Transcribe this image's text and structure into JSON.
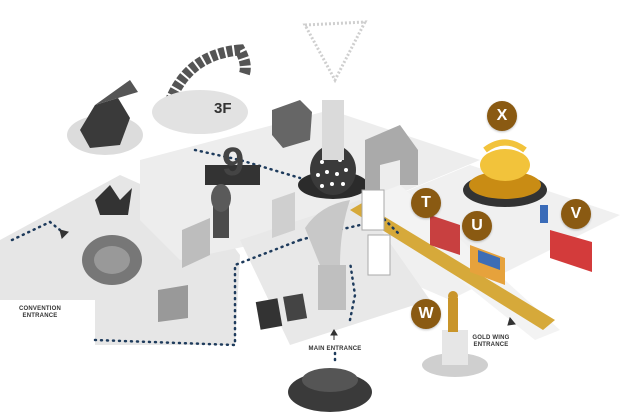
{
  "floor_label": "3F",
  "markers": [
    {
      "id": "T",
      "label": "T"
    },
    {
      "id": "U",
      "label": "U"
    },
    {
      "id": "V",
      "label": "V"
    },
    {
      "id": "W",
      "label": "W"
    },
    {
      "id": "X",
      "label": "X"
    }
  ],
  "entrances": {
    "convention": {
      "line1": "CONVENTION",
      "line2": "ENTRANCE"
    },
    "main": {
      "line1": "MAIN ENTRANCE"
    },
    "gold_wing": {
      "line1": "GOLD WING",
      "line2": "ENTRANCE"
    }
  },
  "colors": {
    "marker": "#8a5a12",
    "gold": "#d6a93a",
    "floor": "#e9e9e9",
    "path_dots": "#1e3b5c"
  }
}
